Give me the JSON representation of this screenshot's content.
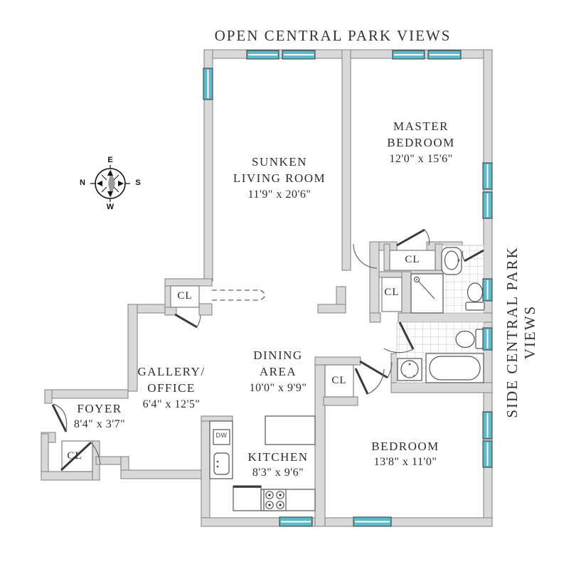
{
  "titles": {
    "top": "OPEN CENTRAL PARK VIEWS",
    "side": "SIDE CENTRAL PARK VIEWS"
  },
  "compass": {
    "north": "N",
    "east": "E",
    "south": "S",
    "west": "W"
  },
  "rooms": {
    "living": {
      "line1": "SUNKEN",
      "line2": "LIVING ROOM",
      "dims": "11'9\" x 20'6\""
    },
    "master": {
      "line1": "MASTER",
      "line2": "BEDROOM",
      "dims": "12'0\" x 15'6\""
    },
    "dining": {
      "line1": "DINING",
      "line2": "AREA",
      "dims": "10'0\" x 9'9\""
    },
    "gallery": {
      "line1": "GALLERY/",
      "line2": "OFFICE",
      "dims": "6'4\" x 12'5\""
    },
    "foyer": {
      "line1": "FOYER",
      "dims": "8'4\" x 3'7\""
    },
    "kitchen": {
      "line1": "KITCHEN",
      "dims": "8'3\" x 9'6\""
    },
    "bedroom": {
      "line1": "BEDROOM",
      "dims": "13'8\" x 11'0\""
    }
  },
  "closets": {
    "master_bath": "CL",
    "hall_bath": "CL",
    "living": "CL",
    "bedroom": "CL",
    "foyer": "CL"
  },
  "labels": {
    "dishwasher": "DW"
  },
  "colors": {
    "window": "#5bb9c9",
    "wall_fill": "#d9d9d9",
    "wall_stroke": "#7e7e7e",
    "text": "#2d2d2d",
    "tile_line": "#cccccc"
  }
}
